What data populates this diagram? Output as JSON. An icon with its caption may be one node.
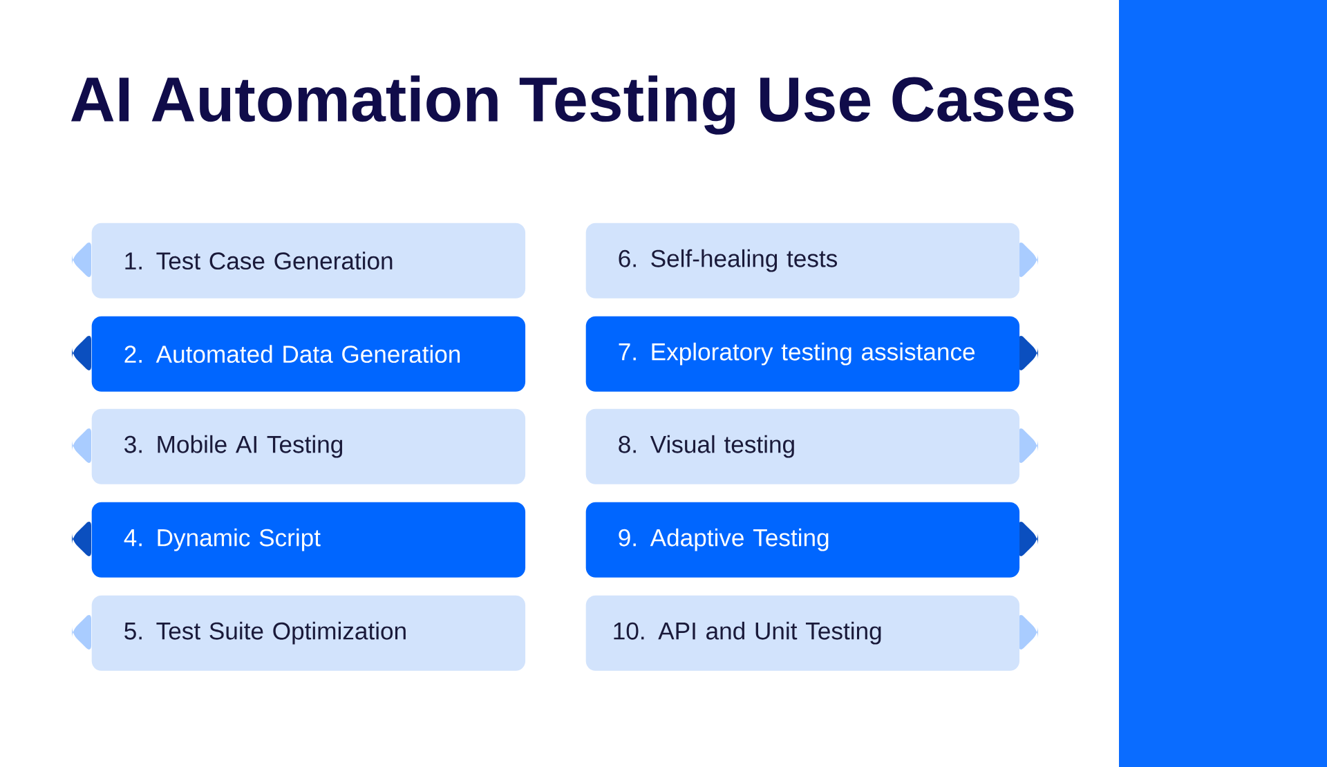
{
  "diagram": {
    "title": "AI Automation Testing Use Cases",
    "nodes": [
      {
        "text": [
          "1. Test Case Generation"
        ]
      },
      {
        "text": [
          "2. Automated Data Generation"
        ]
      },
      {
        "text": [
          "3. Mobile AI Testing"
        ]
      },
      {
        "text": [
          "4. Dynamic Script"
        ]
      },
      {
        "text": [
          "5. Test Suite Optimization"
        ]
      },
      {
        "text": [
          "6. Self-healing tests"
        ]
      },
      {
        "text": [
          "7. Exploratory testing assistance"
        ]
      },
      {
        "text": [
          "8. Visual testing"
        ]
      },
      {
        "text": [
          "9. Adaptive Testing"
        ]
      },
      {
        "text": [
          "10. API and Unit Testing"
        ]
      }
    ]
  }
}
